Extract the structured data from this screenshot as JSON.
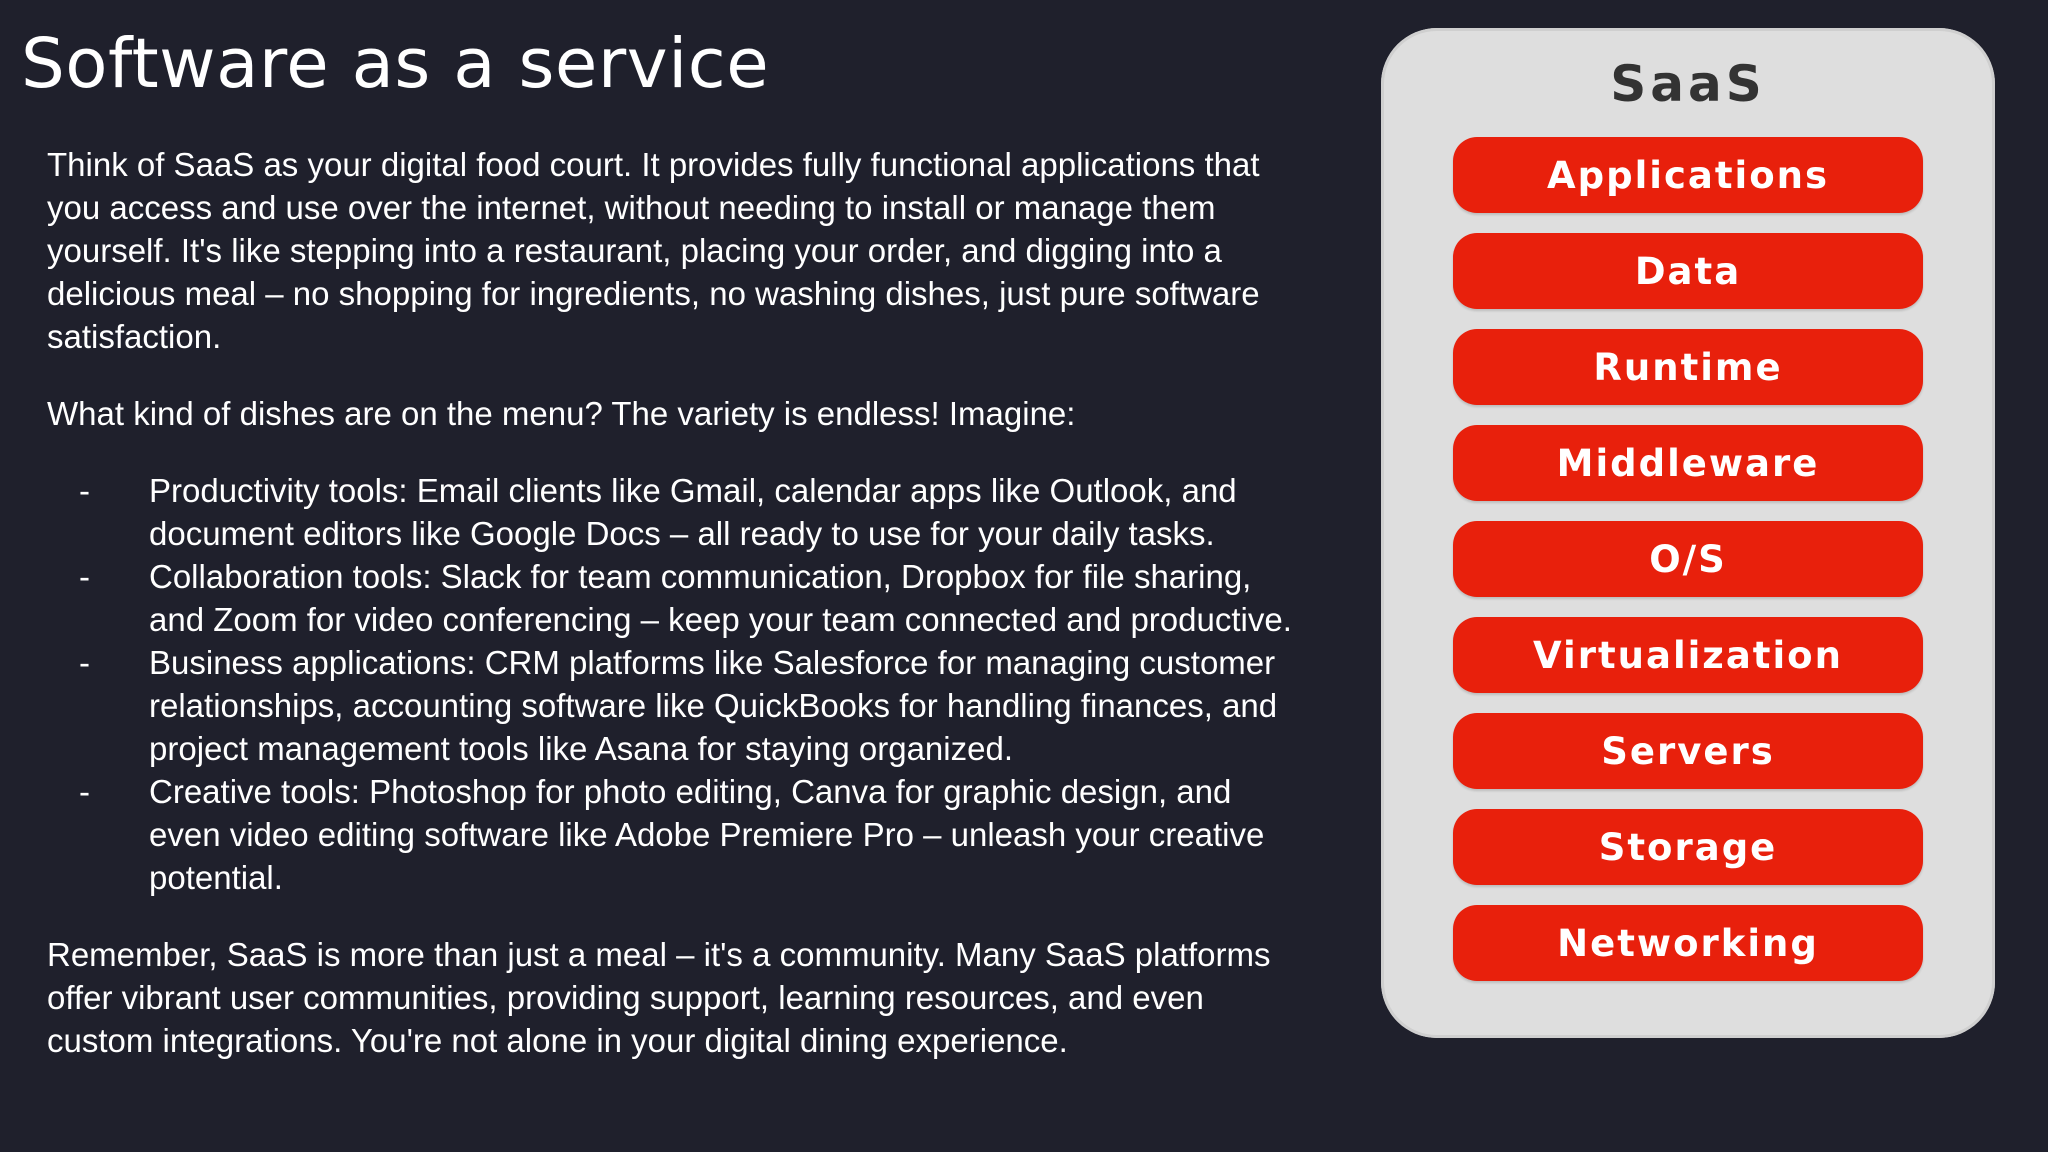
{
  "title": "Software as a service",
  "intro": "Think of SaaS as your digital food court. It provides fully functional applications that you access and use over the internet, without needing to install or manage them yourself. It's like stepping into a restaurant, placing your order, and digging into a delicious meal – no shopping for ingredients, no washing dishes, just pure software satisfaction.",
  "question": "What kind of dishes are on the menu? The variety is endless! Imagine:",
  "bullet_marker": "-",
  "bullets": [
    "Productivity tools: Email clients like Gmail, calendar apps like Outlook, and document editors like Google Docs – all ready to use for your daily tasks.",
    "Collaboration tools: Slack for team communication, Dropbox for file sharing, and Zoom for video conferencing – keep your team connected and productive.",
    "Business applications: CRM platforms like Salesforce for managing customer relationships, accounting software like QuickBooks for handling finances, and project management tools like Asana for staying organized.",
    "Creative tools: Photoshop for photo editing, Canva for graphic design, and even video editing software like Adobe Premiere Pro – unleash your creative potential."
  ],
  "closing": "Remember, SaaS is more than just a meal – it's a community. Many SaaS platforms offer vibrant user communities, providing support, learning resources, and even custom integrations. You're not alone in your digital dining experience.",
  "diagram": {
    "title": "SaaS",
    "layers": [
      "Applications",
      "Data",
      "Runtime",
      "Middleware",
      "O/S",
      "Virtualization",
      "Servers",
      "Storage",
      "Networking"
    ],
    "colors": {
      "panel": "#dedede",
      "layer": "#e8200c",
      "layer_text": "#ffffff",
      "panel_title": "#333333"
    }
  },
  "colors": {
    "background": "#1f202c",
    "text": "#ffffff"
  }
}
